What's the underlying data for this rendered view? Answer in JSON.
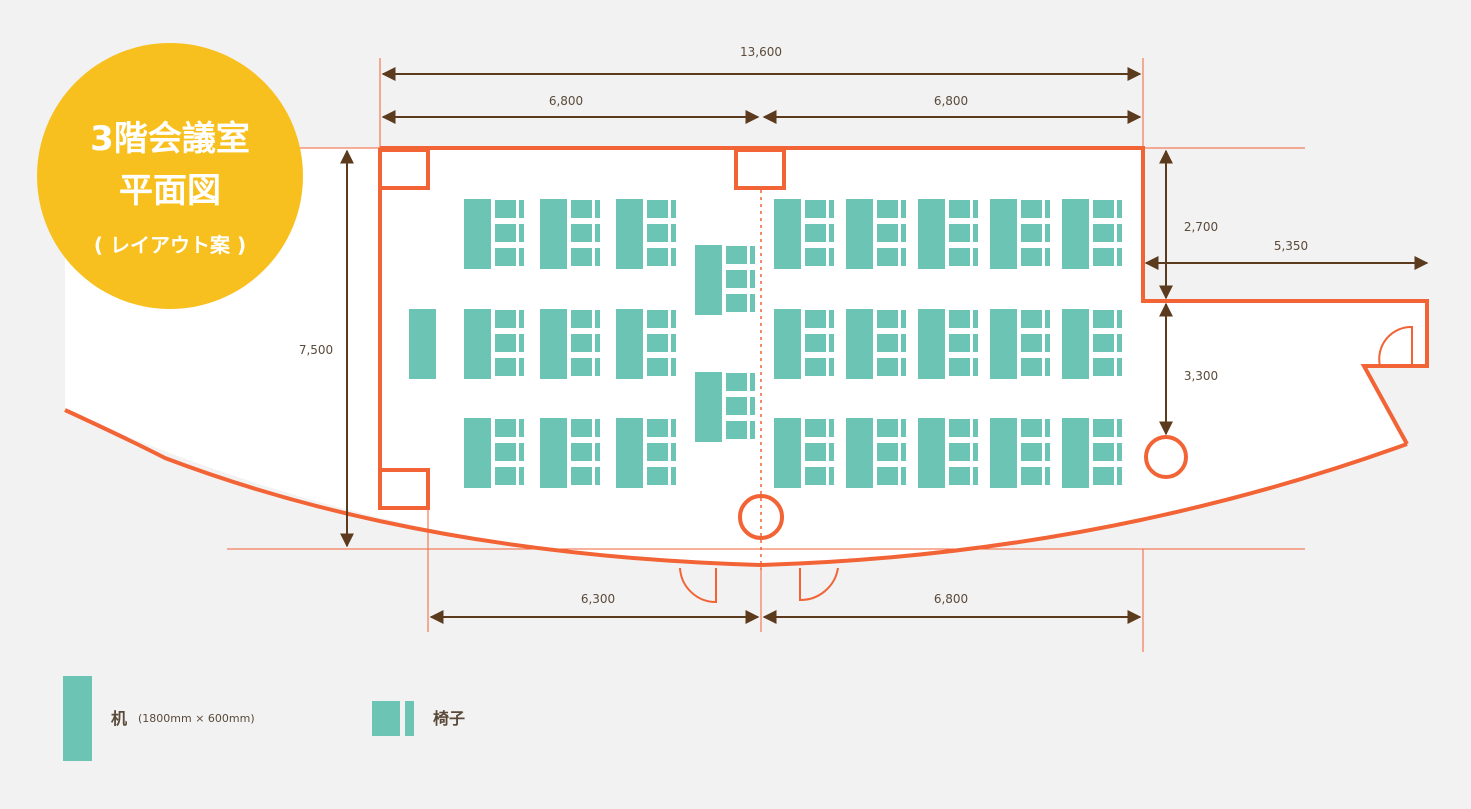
{
  "badge": {
    "line1": "3階会議室",
    "line2": "平面図",
    "line3": "( レイアウト案 )"
  },
  "dimensions": {
    "total_width": "13,600",
    "top_left": "6,800",
    "top_right": "6,800",
    "height": "7,500",
    "upper_right": "2,700",
    "annex_width": "5,350",
    "lower_right": "3,300",
    "bottom_left": "6,300",
    "bottom_right": "6,800"
  },
  "legend": {
    "desk_label": "机",
    "desk_size": "(1800mm × 600mm)",
    "chair_label": "椅子"
  },
  "colors": {
    "wall": "#f26335",
    "furniture": "#6cc4b4",
    "arrow": "#5b3a1e",
    "badge": "#f8c01f"
  }
}
